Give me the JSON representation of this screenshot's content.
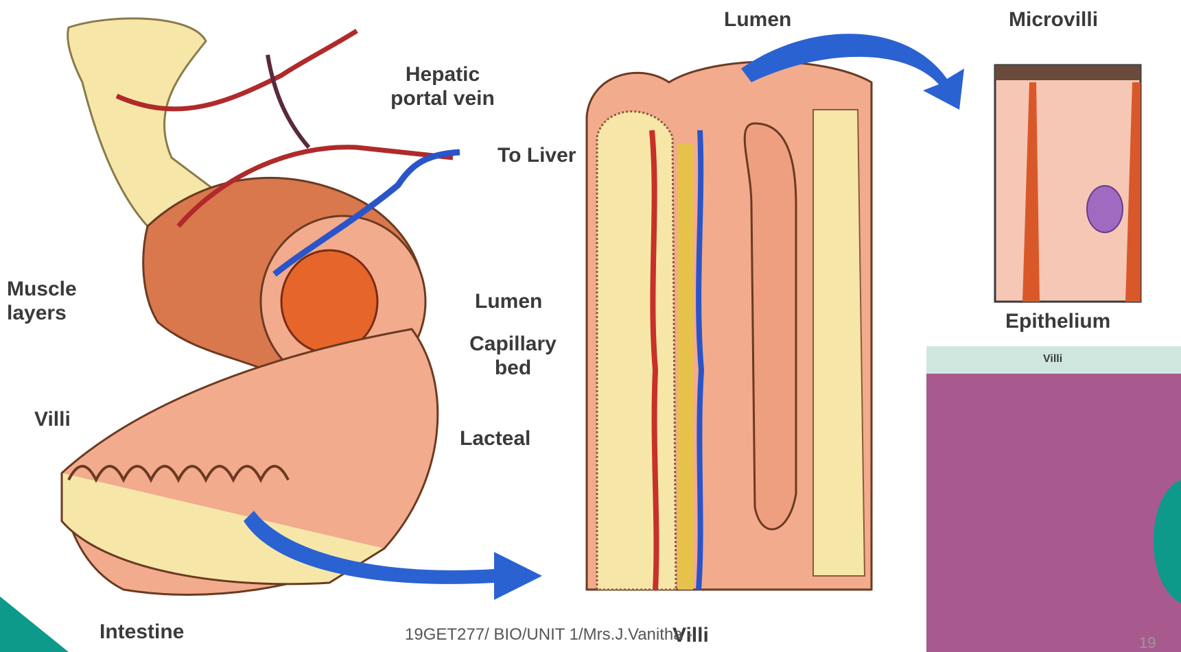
{
  "diagram": {
    "labels": {
      "lumen_top": "Lumen",
      "microvilli": "Microvilli",
      "hepatic_portal_vein": "Hepatic portal vein",
      "to_liver": "To Liver",
      "muscle_layers": "Muscle layers",
      "lumen_mid": "Lumen",
      "capillary_bed": "Capillary bed",
      "epithelium": "Epithelium",
      "villi_micrograph": "Villi",
      "villi_left": "Villi",
      "lacteal": "Lacteal",
      "intestine": "Intestine",
      "villi_bottom": "Villi"
    },
    "colors": {
      "intestine_outer": "#f6e7a8",
      "muscle": "#d9774d",
      "mucosa": "#f2ab8c",
      "artery": "#c8302a",
      "vein": "#2a55c8",
      "arrow": "#2b62d2",
      "lacteal": "#e6c24a",
      "micrograph": "#a85a8e",
      "accent": "#0e9a8a"
    }
  },
  "footer": {
    "course_text": "19GET277/ BIO/UNIT 1/Mrs.J.Vanitha",
    "tail": "- ",
    "page_number": "19"
  }
}
